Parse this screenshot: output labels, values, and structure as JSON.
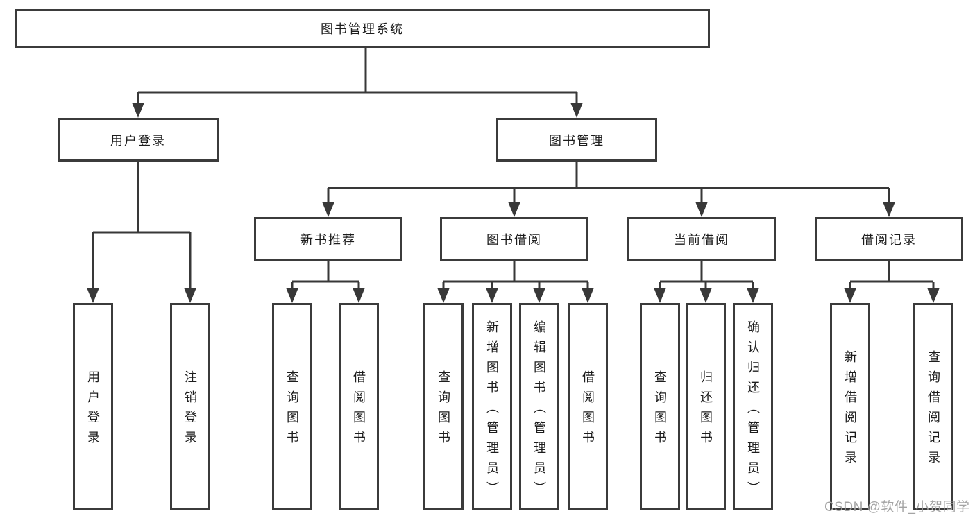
{
  "tree": {
    "root": {
      "label": "图书管理系统"
    },
    "children": [
      {
        "label": "用户登录",
        "children": [
          {
            "label": "用户登录"
          },
          {
            "label": "注销登录"
          }
        ]
      },
      {
        "label": "图书管理",
        "children": [
          {
            "label": "新书推荐",
            "children": [
              {
                "label": "查询图书"
              },
              {
                "label": "借阅图书"
              }
            ]
          },
          {
            "label": "图书借阅",
            "children": [
              {
                "label": "查询图书"
              },
              {
                "label": "新增图书（管理员）"
              },
              {
                "label": "编辑图书（管理员）"
              },
              {
                "label": "借阅图书"
              }
            ]
          },
          {
            "label": "当前借阅",
            "children": [
              {
                "label": "查询图书"
              },
              {
                "label": "归还图书"
              },
              {
                "label": "确认归还（管理员）"
              }
            ]
          },
          {
            "label": "借阅记录",
            "children": [
              {
                "label": "新增借阅记录"
              },
              {
                "label": "查询借阅记录"
              }
            ]
          }
        ]
      }
    ]
  },
  "watermark": {
    "text": "CSDN @软件_小贺同学",
    "color": "#a4a4a4"
  },
  "colors": {
    "line": "#383838",
    "box_border": "#3b3b3b",
    "box_background": "#ffffff",
    "text": "#1d1d1d",
    "background": "#ffffff"
  }
}
